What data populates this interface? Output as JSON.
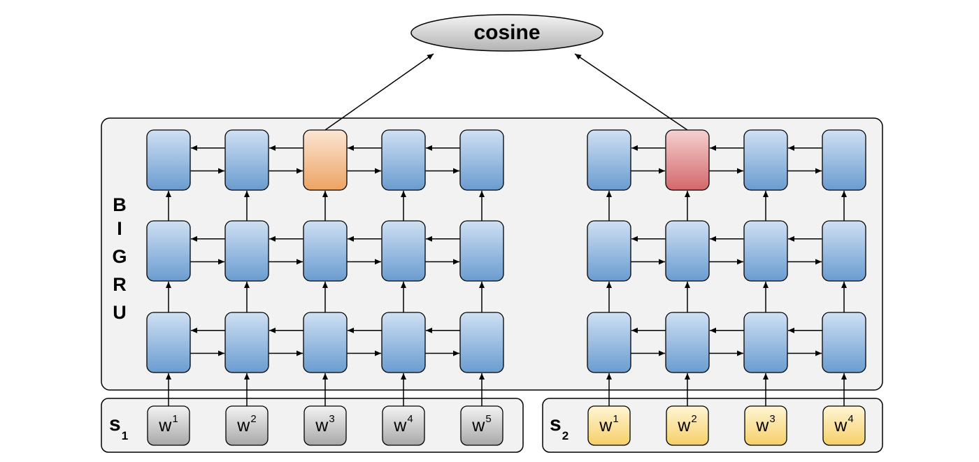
{
  "cosine": {
    "label": "cosine"
  },
  "bigru": {
    "letters": [
      "B",
      "I",
      "G",
      "R",
      "U"
    ]
  },
  "sentences": [
    {
      "id": "s1",
      "label": "s",
      "subscript": "1",
      "words": [
        {
          "base": "w",
          "sup": "1"
        },
        {
          "base": "w",
          "sup": "2"
        },
        {
          "base": "w",
          "sup": "3"
        },
        {
          "base": "w",
          "sup": "4"
        },
        {
          "base": "w",
          "sup": "5"
        }
      ],
      "word_color": "gray",
      "highlight_index": 2,
      "highlight_color": "orange"
    },
    {
      "id": "s2",
      "label": "s",
      "subscript": "2",
      "words": [
        {
          "base": "w",
          "sup": "1"
        },
        {
          "base": "w",
          "sup": "2"
        },
        {
          "base": "w",
          "sup": "3"
        },
        {
          "base": "w",
          "sup": "4"
        }
      ],
      "word_color": "yellow",
      "highlight_index": 1,
      "highlight_color": "red"
    }
  ],
  "layers": 3,
  "colors": {
    "cell_top": "#cfe0f3",
    "cell_bottom": "#6a9cd0",
    "highlight_orange_top": "#fbe6d4",
    "highlight_orange_bottom": "#eda363",
    "highlight_red_top": "#f5d0d0",
    "highlight_red_bottom": "#d4676b",
    "gray_top": "#f3f3f3",
    "gray_bottom": "#a8a8a8",
    "yellow_top": "#fff5d6",
    "yellow_bottom": "#f6cf66",
    "panel_fill": "#f2f2f2",
    "stroke": "#000000"
  }
}
